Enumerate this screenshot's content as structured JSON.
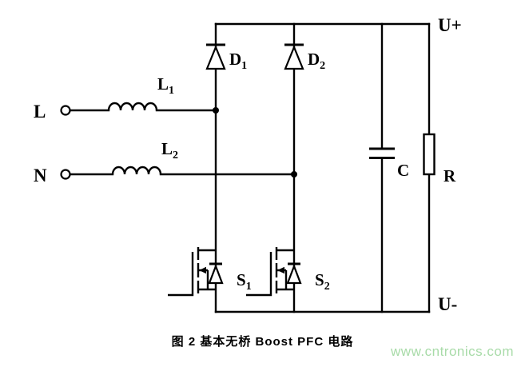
{
  "terminals": {
    "live": "L",
    "neutral": "N",
    "output_positive": "U+",
    "output_negative": "U-"
  },
  "components": {
    "l1": {
      "name": "L",
      "sub": "1"
    },
    "l2": {
      "name": "L",
      "sub": "2"
    },
    "d1": {
      "name": "D",
      "sub": "1"
    },
    "d2": {
      "name": "D",
      "sub": "2"
    },
    "s1": {
      "name": "S",
      "sub": "1"
    },
    "s2": {
      "name": "S",
      "sub": "2"
    },
    "c": {
      "name": "C"
    },
    "r": {
      "name": "R"
    }
  },
  "caption": "图 2  基本无桥 Boost PFC 电路",
  "watermark": "www.cntronics.com",
  "colors": {
    "line": "#000000",
    "background": "#ffffff",
    "watermark": "#a8dba8",
    "caption": "#000000"
  }
}
